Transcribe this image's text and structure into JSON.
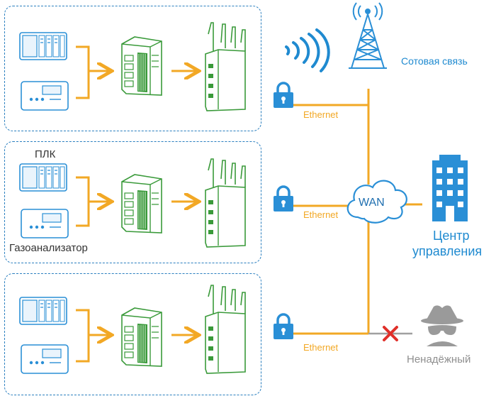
{
  "labels": {
    "cellular": "Сотовая связь",
    "plc": "ПЛК",
    "gas_analyzer": "Газоанализатор",
    "ethernet": "Ethernet",
    "wan": "WAN",
    "control_center_line1": "Центр",
    "control_center_line2": "управления",
    "untrusted": "Ненадёжный"
  },
  "colors": {
    "panel_border": "#2a7fbf",
    "device_blue": "#2a8fd6",
    "router_green": "#3a9a3a",
    "link_orange": "#f2a825",
    "lock_blue": "#2a8fd6",
    "cross_red": "#e0302a",
    "untrusted_gray": "#9a9a9a"
  },
  "icons": [
    "plc-icon",
    "gas-analyzer-icon",
    "gateway-icon",
    "router-icon",
    "lock-icon",
    "cell-tower-icon",
    "wireless-waves-icon",
    "cloud-icon",
    "building-icon",
    "spy-icon",
    "cross-icon"
  ]
}
